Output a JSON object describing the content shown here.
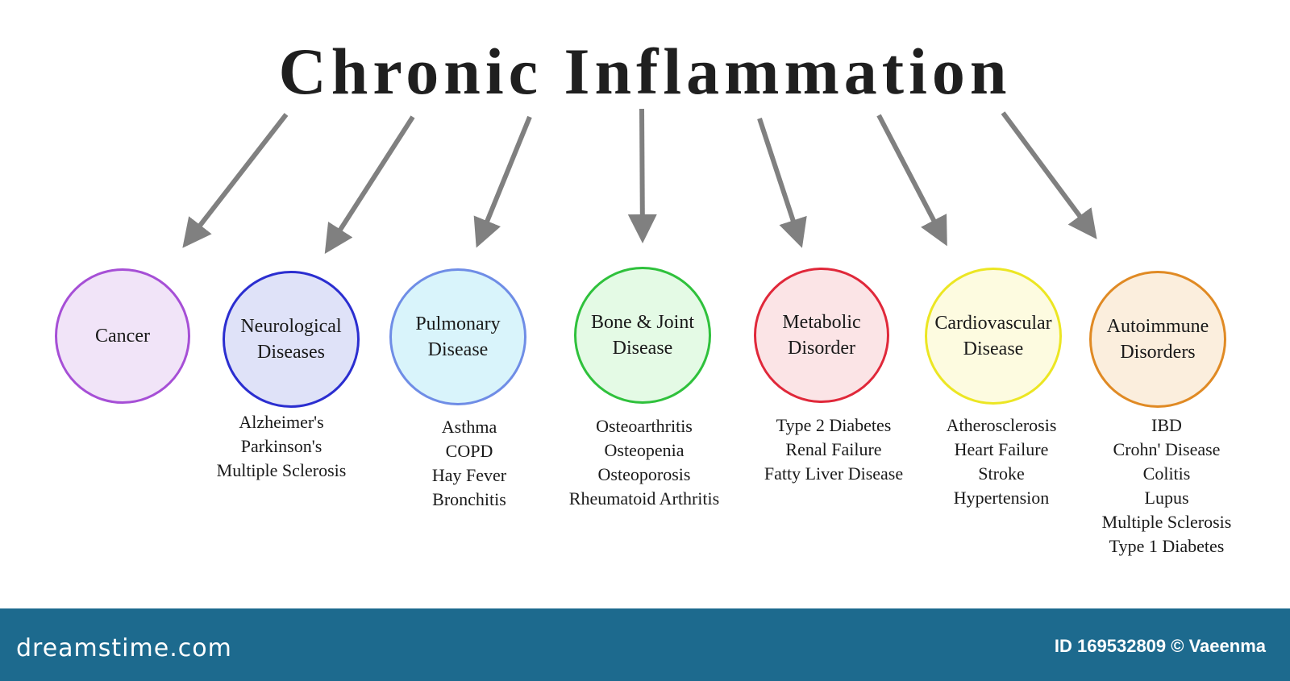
{
  "title": "Chronic Inflammation",
  "arrow_color": "#808080",
  "nodes": [
    {
      "label": "Cancer",
      "border": "#a64fd6",
      "fill": "#f1e4f8",
      "examples": []
    },
    {
      "label": "Neurological\nDiseases",
      "border": "#2b2ed0",
      "fill": "#dfe2f8",
      "examples": [
        "Alzheimer's",
        "Parkinson's",
        "Multiple Sclerosis"
      ]
    },
    {
      "label": "Pulmonary\nDisease",
      "border": "#6f8de6",
      "fill": "#d9f4fb",
      "examples": [
        "Asthma",
        "COPD",
        "Hay Fever",
        "Bronchitis"
      ]
    },
    {
      "label": "Bone & Joint\nDisease",
      "border": "#2fc13c",
      "fill": "#e4fae5",
      "examples": [
        "Osteoarthritis",
        "Osteopenia",
        "Osteoporosis",
        "Rheumatoid Arthritis"
      ]
    },
    {
      "label": "Metabolic\nDisorder",
      "border": "#e0283a",
      "fill": "#fbe4e6",
      "examples": [
        "Type 2 Diabetes",
        "Renal Failure",
        "Fatty Liver Disease"
      ]
    },
    {
      "label": "Cardiovascular\nDisease",
      "border": "#ece623",
      "fill": "#fdfbe0",
      "examples": [
        "Atherosclerosis",
        "Heart Failure",
        "Stroke",
        "Hypertension"
      ]
    },
    {
      "label": "Autoimmune\nDisorders",
      "border": "#e08a24",
      "fill": "#fbeedd",
      "examples": [
        "IBD",
        "Crohn' Disease",
        "Colitis",
        "Lupus",
        "Multiple Sclerosis",
        "Type 1 Diabetes"
      ]
    }
  ],
  "footer": {
    "logo": "dreamstime.com",
    "image_id": "ID 169532809 © Vaeenma",
    "color": "#1d6a8e"
  }
}
